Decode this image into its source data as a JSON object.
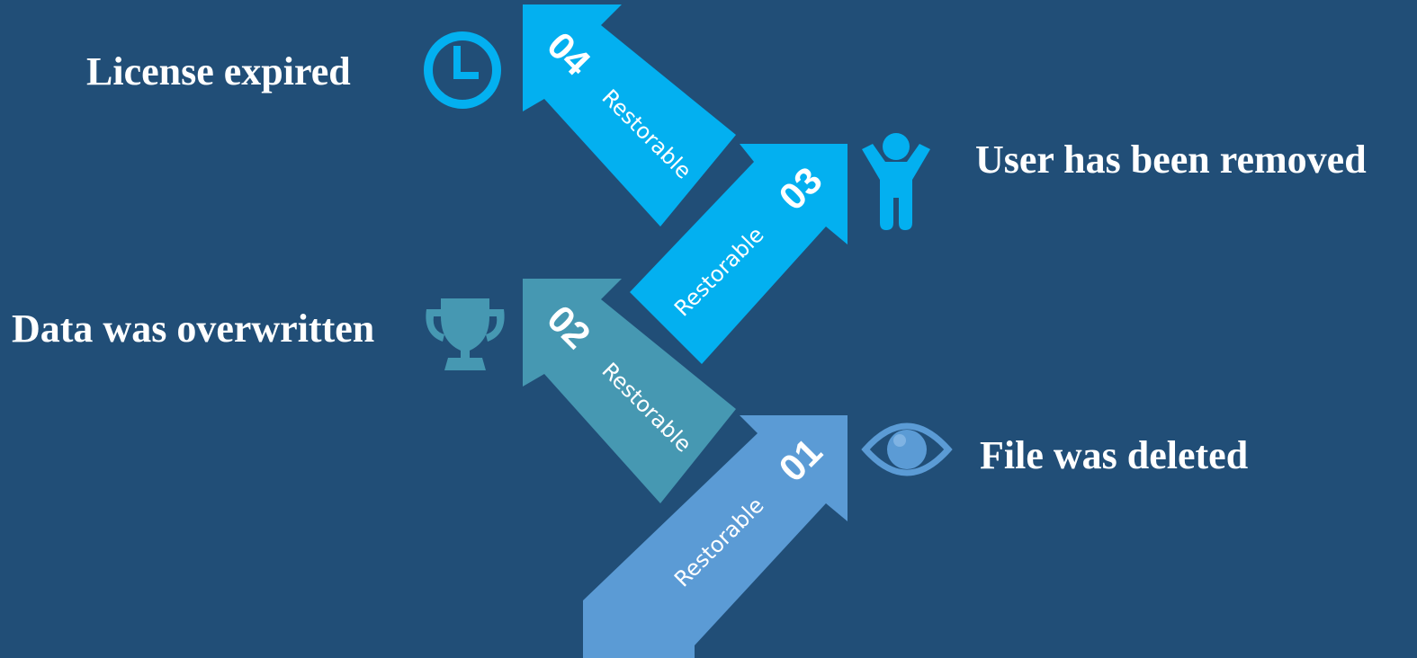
{
  "colors": {
    "background": "#214e77",
    "step_01": "#5b9bd5",
    "step_02": "#4698b2",
    "step_03": "#03b0f0",
    "step_04": "#03b0f0",
    "text": "#ffffff"
  },
  "steps": [
    {
      "number": "01",
      "tag": "Restorable",
      "label": "File was deleted",
      "icon": "eye-icon"
    },
    {
      "number": "02",
      "tag": "Restorable",
      "label": "Data was overwritten",
      "icon": "trophy-icon"
    },
    {
      "number": "03",
      "tag": "Restorable",
      "label": "User has been removed",
      "icon": "person-icon"
    },
    {
      "number": "04",
      "tag": "Restorable",
      "label": "License expired",
      "icon": "clock-icon"
    }
  ]
}
